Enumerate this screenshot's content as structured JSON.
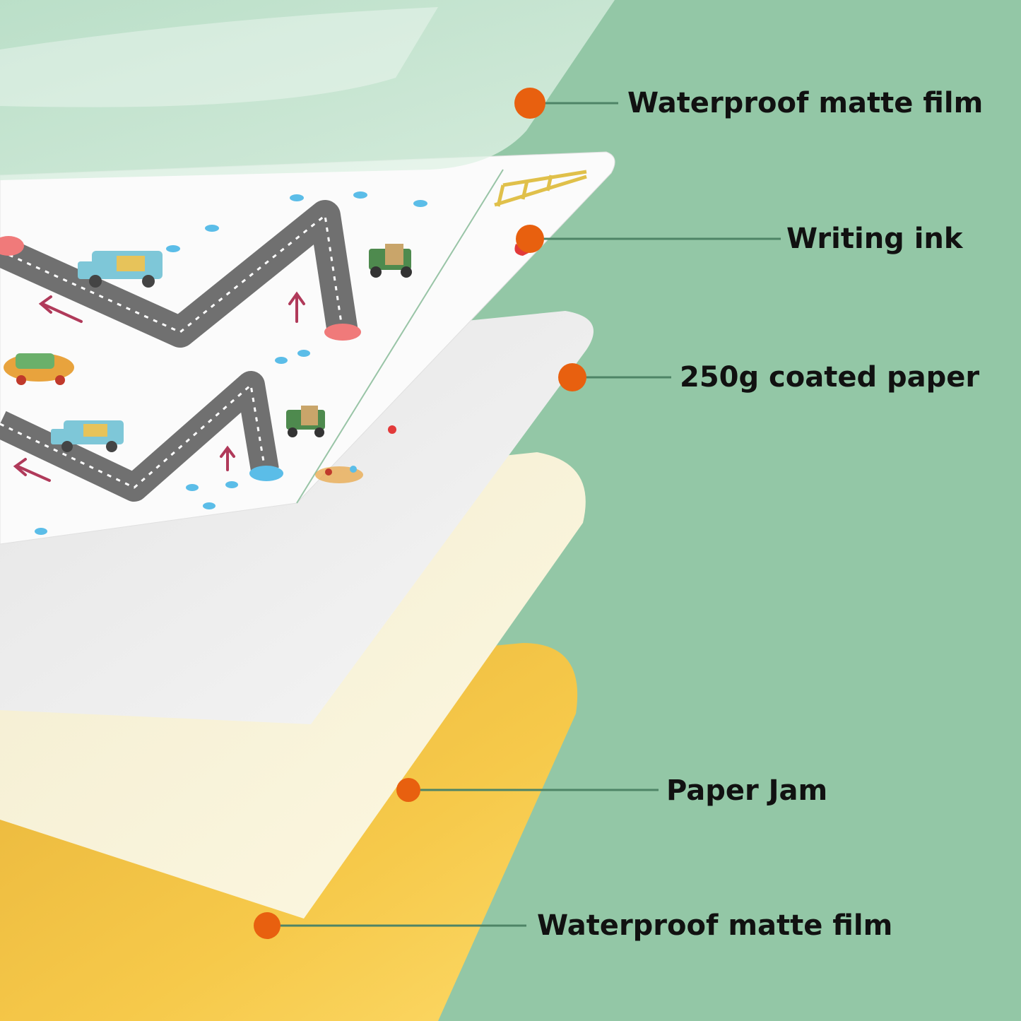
{
  "colors": {
    "background": "#93c7a6",
    "marker": "#e8600f",
    "leader_line": "#4e8466",
    "label_text": "#111111",
    "film_top": "#d3ecdc",
    "print_sheet": "#fbfbfb",
    "coated_paper": "#eeeeee",
    "paper_jam": "#fcf6dc",
    "film_bottom": "#f6c94a",
    "road": "#707070",
    "dot_blue": "#5bbde8",
    "arrow": "#b03a5a"
  },
  "layers": [
    {
      "id": "top-film",
      "label": "Waterproof matte film"
    },
    {
      "id": "writing-ink",
      "label": "Writing ink"
    },
    {
      "id": "coated-paper",
      "label": "250g coated paper"
    },
    {
      "id": "paper-jam",
      "label": "Paper Jam"
    },
    {
      "id": "bottom-film",
      "label": "Waterproof matte film"
    }
  ]
}
